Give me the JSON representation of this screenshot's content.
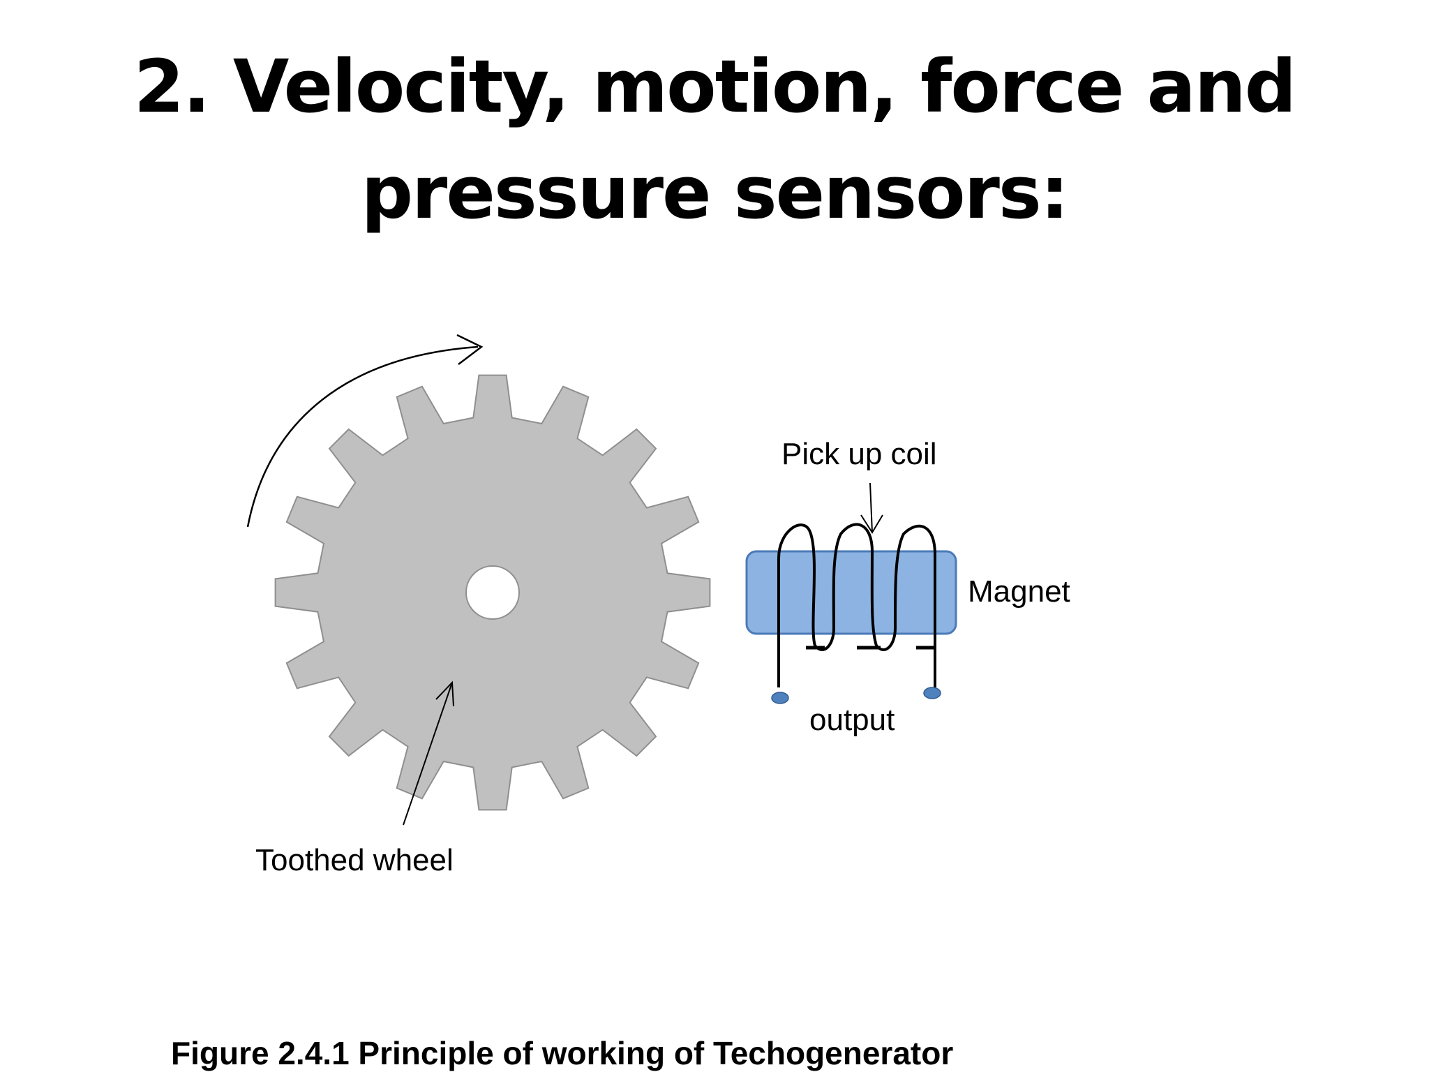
{
  "slide": {
    "title_line1": "2. Velocity, motion, force and",
    "title_line2": "pressure sensors:"
  },
  "diagram": {
    "labels": {
      "pickup_coil": "Pick up coil",
      "magnet": "Magnet",
      "output": "output",
      "toothed_wheel": "Toothed wheel"
    },
    "gear": {
      "teeth": 16
    }
  },
  "caption": "Figure 2.4.1 Principle of working of Techogenerator",
  "colors": {
    "gear_fill": "#c0c0c0",
    "gear_stroke": "#8f8f8f",
    "magnet_fill": "#8db3e2",
    "magnet_stroke": "#4a7ab8",
    "terminal_fill": "#4f81bd"
  }
}
